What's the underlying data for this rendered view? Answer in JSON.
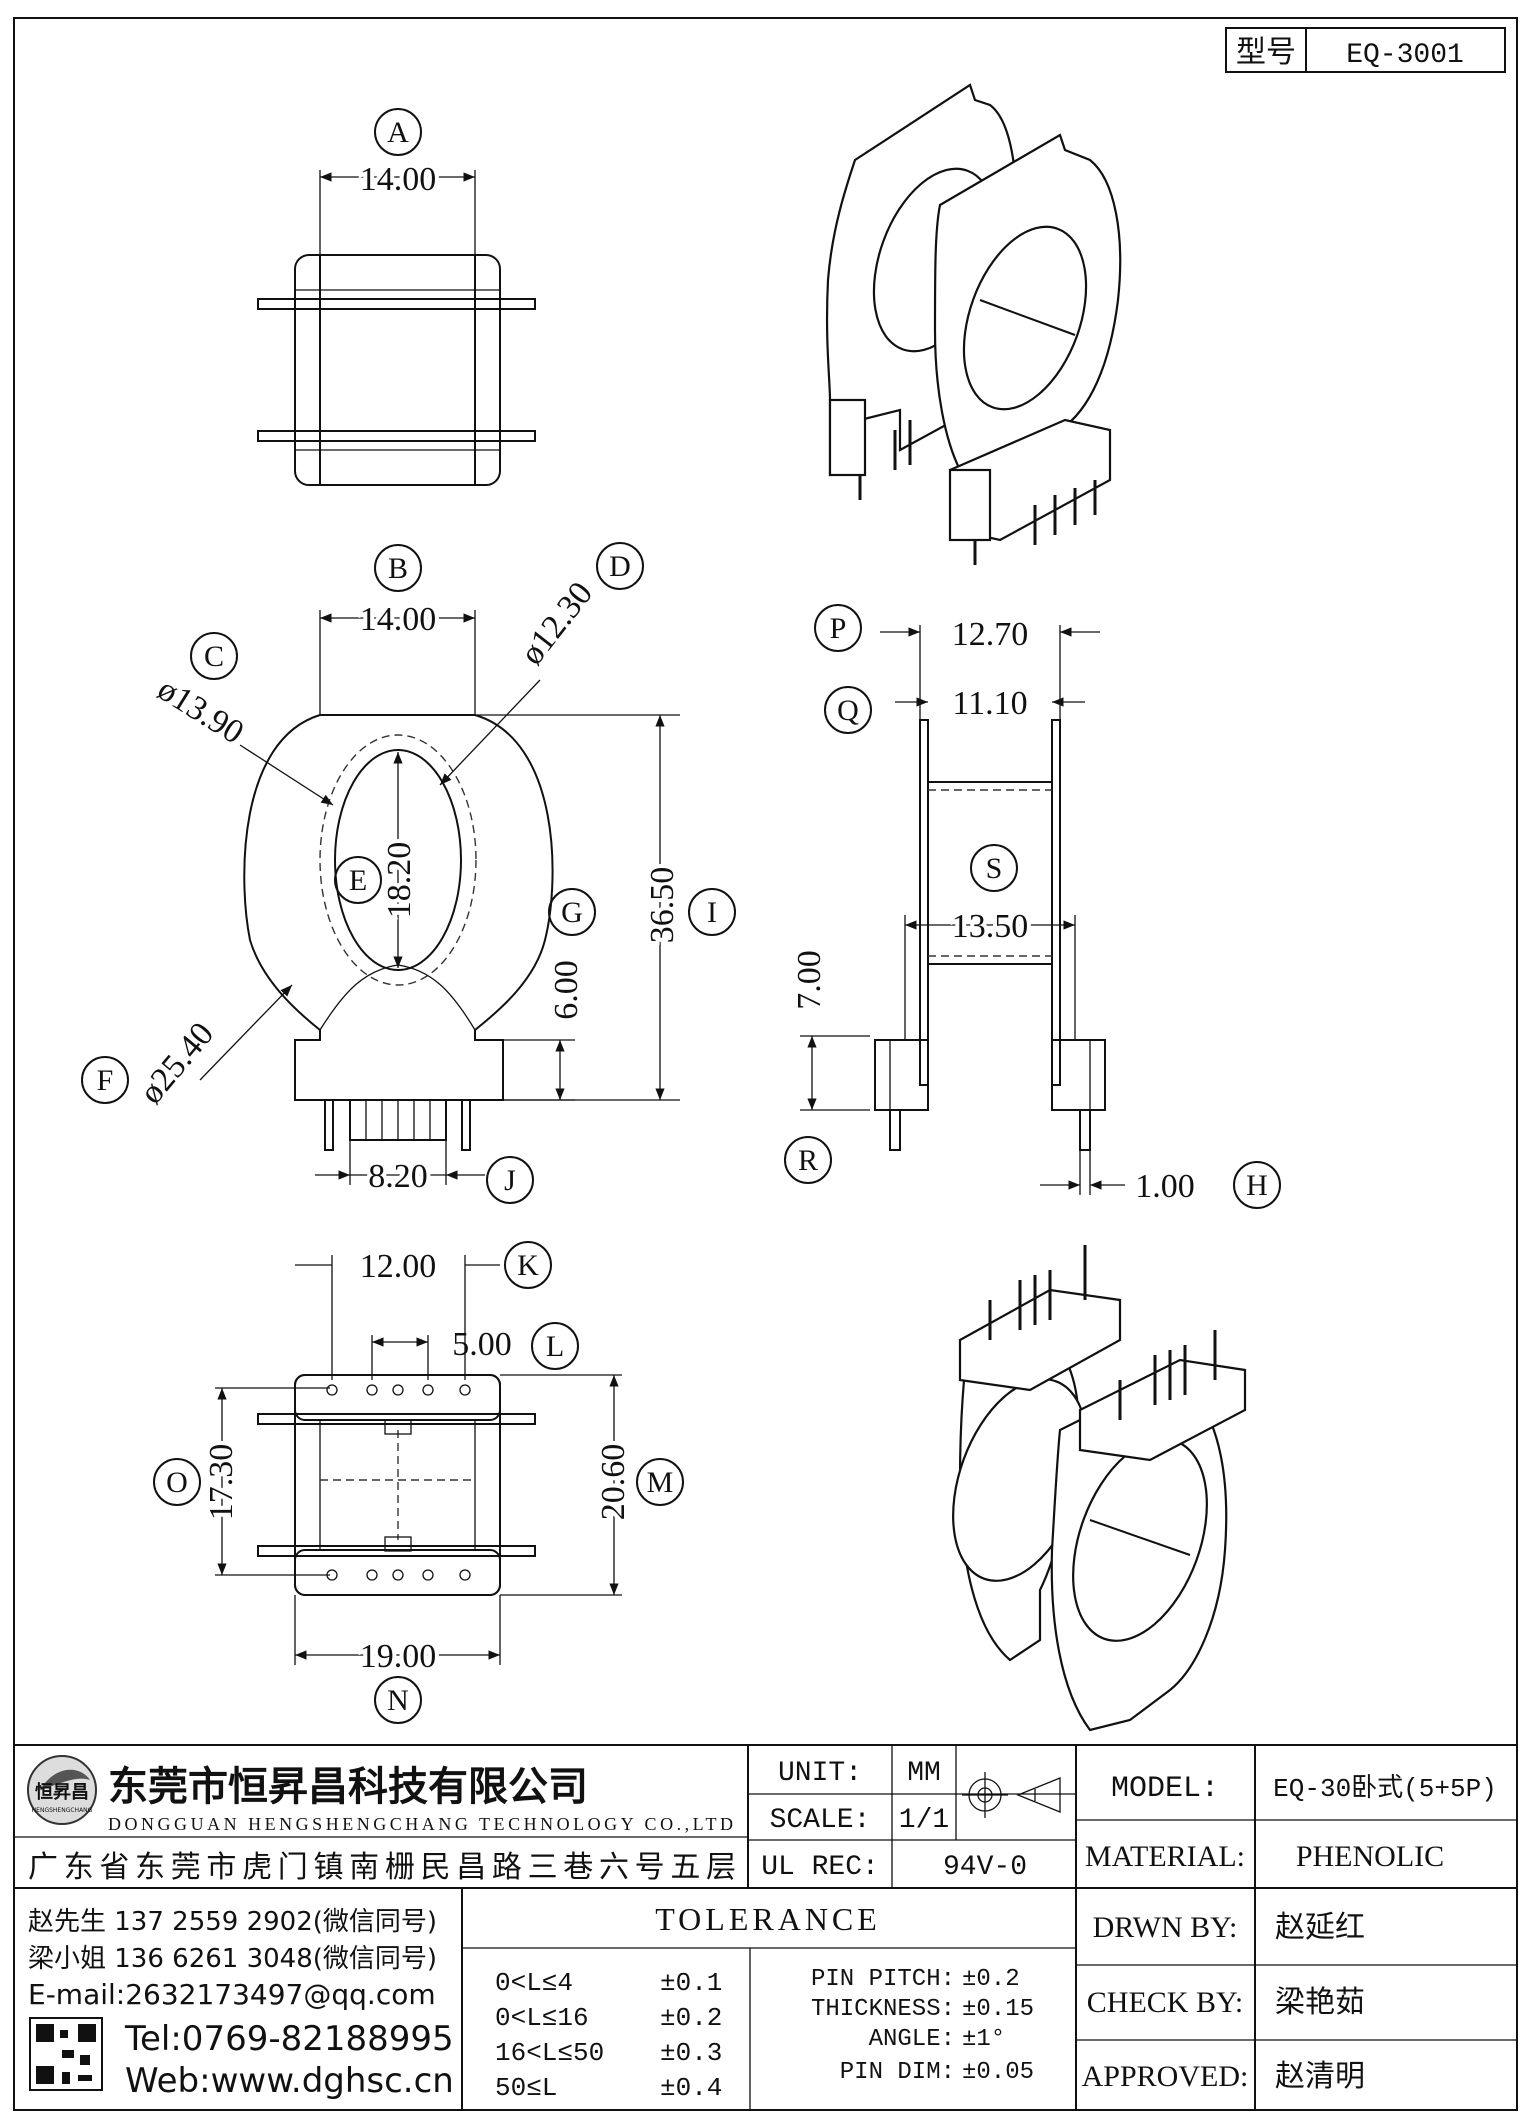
{
  "part_label": "型号",
  "part_no": "EQ-3001",
  "dimensions": {
    "a_width": "14.00",
    "b_width": "14.00",
    "c_dia": "ø13.90",
    "d_dia": "ø12.30",
    "e_height": "18.20",
    "f_dia": "ø25.40",
    "g_height": "6.00",
    "i_height": "36.50",
    "j_pitch": "8.20",
    "p_width": "12.70",
    "q_width": "11.10",
    "s_width": "13.50",
    "r_height": "7.00",
    "h_pin": "1.00",
    "k_width": "12.00",
    "l_pitch": "5.00",
    "o_height": "17.30",
    "m_height": "20.60",
    "n_width": "19.00"
  },
  "callouts": [
    "A",
    "B",
    "C",
    "D",
    "E",
    "F",
    "G",
    "H",
    "I",
    "J",
    "K",
    "L",
    "M",
    "N",
    "O",
    "P",
    "Q",
    "R",
    "S"
  ],
  "title_block": {
    "company_cn": "东莞市恒昇昌科技有限公司",
    "company_en": "DONGGUAN HENGSHENGCHANG TECHNOLOGY CO.,LTD",
    "address": "广东省东莞市虎门镇南栅民昌路三巷六号五层",
    "contact1": "赵先生 137 2559 2902(微信同号)",
    "contact2": "梁小姐 136 6261 3048(微信同号)",
    "email": "E-mail:2632173497@qq.com",
    "tel": "Tel:0769-82188995",
    "web": "Web:www.dghsc.cn",
    "logo_text": "恒昇昌",
    "logo_sub": "HENGSHENGCHANG",
    "unit_label": "UNIT:",
    "unit_value": "MM",
    "scale_label": "SCALE:",
    "scale_value": "1/1",
    "ul_label": "UL REC:",
    "ul_value": "94V-0",
    "tolerance_title": "TOLERANCE",
    "tolerances": [
      {
        "range": "0<L≤4",
        "value": "±0.1"
      },
      {
        "range": "0<L≤16",
        "value": "±0.2"
      },
      {
        "range": "16<L≤50",
        "value": "±0.3"
      },
      {
        "range": "50≤L",
        "value": "±0.4"
      }
    ],
    "other_tol": [
      {
        "label": "PIN PITCH:",
        "value": "±0.2"
      },
      {
        "label": "THICKNESS:",
        "value": "±0.15"
      },
      {
        "label": "ANGLE:",
        "value": "±1°"
      },
      {
        "label": "PIN DIM:",
        "value": "±0.05"
      }
    ],
    "fields": [
      {
        "label": "MODEL:",
        "value": "EQ-30卧式(5+5P)"
      },
      {
        "label": "MATERIAL:",
        "value": "PHENOLIC"
      },
      {
        "label": "DRWN BY:",
        "value": "赵延红"
      },
      {
        "label": "CHECK BY:",
        "value": "梁艳茹"
      },
      {
        "label": "APPROVED:",
        "value": "赵清明"
      }
    ]
  }
}
